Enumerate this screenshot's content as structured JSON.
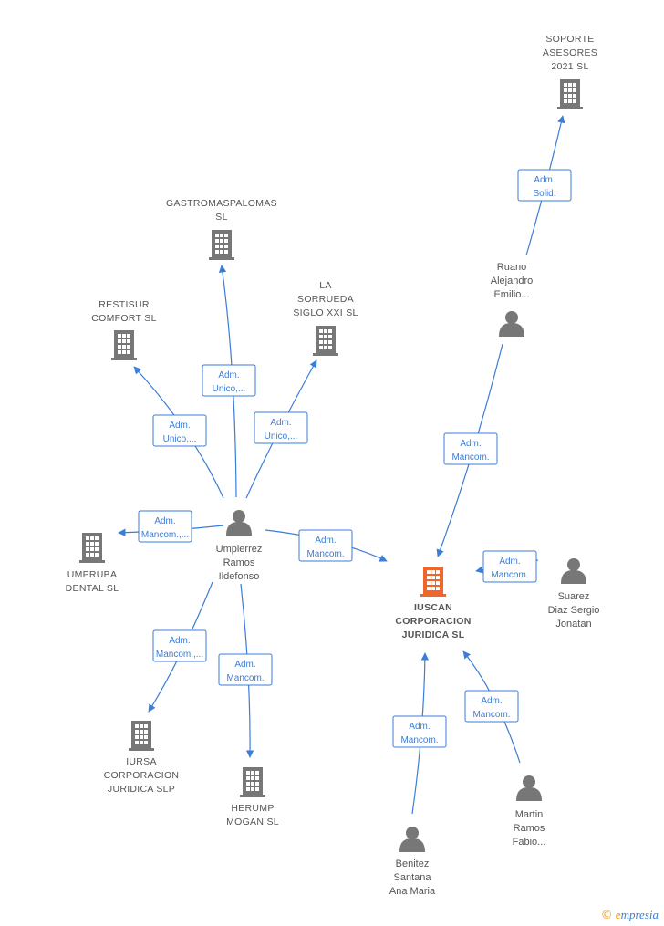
{
  "colors": {
    "edge": "#3b7dd8",
    "company": "#777777",
    "focus_company": "#f0652a",
    "person": "#777777"
  },
  "nodes": [
    {
      "id": "soporte",
      "type": "company",
      "icon": "building-icon",
      "label": [
        "SOPORTE",
        "ASESORES",
        "2021  SL"
      ]
    },
    {
      "id": "gastro",
      "type": "company",
      "icon": "building-icon",
      "label": [
        "GASTROMASPALOMAS",
        "SL"
      ]
    },
    {
      "id": "restisur",
      "type": "company",
      "icon": "building-icon",
      "label": [
        "RESTISUR",
        "COMFORT  SL"
      ]
    },
    {
      "id": "sorrueda",
      "type": "company",
      "icon": "building-icon",
      "label": [
        "LA",
        "SORRUEDA",
        "SIGLO XXI  SL"
      ]
    },
    {
      "id": "ruano",
      "type": "person",
      "icon": "person-icon",
      "label": [
        "Ruano",
        "Alejandro",
        "Emilio..."
      ]
    },
    {
      "id": "umpierrez",
      "type": "person",
      "icon": "person-icon",
      "label": [
        "Umpierrez",
        "Ramos",
        "Ildefonso"
      ]
    },
    {
      "id": "umpruba",
      "type": "company",
      "icon": "building-icon",
      "label": [
        "UMPRUBA",
        "DENTAL  SL"
      ]
    },
    {
      "id": "iuscan",
      "type": "focus",
      "icon": "building-icon",
      "label": [
        "IUSCAN",
        "CORPORACION",
        "JURIDICA  SL"
      ]
    },
    {
      "id": "suarez",
      "type": "person",
      "icon": "person-icon",
      "label": [
        "Suarez",
        "Diaz Sergio",
        "Jonatan"
      ]
    },
    {
      "id": "iursa",
      "type": "company",
      "icon": "building-icon",
      "label": [
        "IURSA",
        "CORPORACION",
        "JURIDICA SLP"
      ]
    },
    {
      "id": "herump",
      "type": "company",
      "icon": "building-icon",
      "label": [
        "HERUMP",
        "MOGAN  SL"
      ]
    },
    {
      "id": "martin",
      "type": "person",
      "icon": "person-icon",
      "label": [
        "Martin",
        "Ramos",
        "Fabio..."
      ]
    },
    {
      "id": "benitez",
      "type": "person",
      "icon": "person-icon",
      "label": [
        "Benitez",
        "Santana",
        "Ana Maria"
      ]
    }
  ],
  "edges": [
    {
      "from": "ruano",
      "to": "soporte",
      "label": [
        "Adm.",
        "Solid."
      ]
    },
    {
      "from": "umpierrez",
      "to": "gastro",
      "label": [
        "Adm.",
        "Unico,..."
      ]
    },
    {
      "from": "umpierrez",
      "to": "restisur",
      "label": [
        "Adm.",
        "Unico,..."
      ]
    },
    {
      "from": "umpierrez",
      "to": "sorrueda",
      "label": [
        "Adm.",
        "Unico,..."
      ]
    },
    {
      "from": "umpierrez",
      "to": "umpruba",
      "label": [
        "Adm.",
        "Mancom.,..."
      ]
    },
    {
      "from": "umpierrez",
      "to": "iuscan",
      "label": [
        "Adm.",
        "Mancom."
      ]
    },
    {
      "from": "umpierrez",
      "to": "iursa",
      "label": [
        "Adm.",
        "Mancom.,..."
      ]
    },
    {
      "from": "umpierrez",
      "to": "herump",
      "label": [
        "Adm.",
        "Mancom."
      ]
    },
    {
      "from": "ruano",
      "to": "iuscan",
      "label": [
        "Adm.",
        "Mancom."
      ]
    },
    {
      "from": "suarez",
      "to": "iuscan",
      "label": [
        "Adm.",
        "Mancom."
      ]
    },
    {
      "from": "benitez",
      "to": "iuscan",
      "label": [
        "Adm.",
        "Mancom."
      ]
    },
    {
      "from": "martin",
      "to": "iuscan",
      "label": [
        "Adm.",
        "Mancom."
      ]
    }
  ],
  "brand": {
    "copyright": "©",
    "initial": "e",
    "name": "mpresia"
  }
}
